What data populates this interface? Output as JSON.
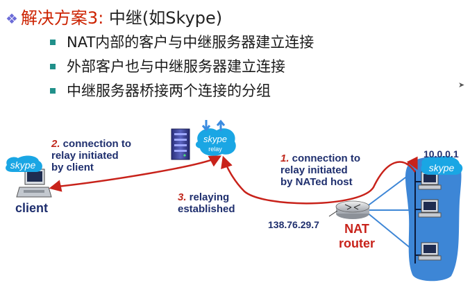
{
  "title": {
    "prefix": "解决方案3:",
    "rest": " 中继(如Skype)"
  },
  "bullets": [
    "NAT内部的客户与中继服务器建立连接",
    "外部客户也与中继服务器建立连接",
    "中继服务器桥接两个连接的分组"
  ],
  "diagram": {
    "step2": {
      "num": "2.",
      "line1": " connection to",
      "line2": "relay initiated",
      "line3": "by client"
    },
    "step1": {
      "num": "1.",
      "line1": " connection to",
      "line2": "relay initiated",
      "line3": "by NATed host"
    },
    "step3": {
      "num": "3.",
      "line1": " relaying",
      "line2": "established"
    },
    "client_label": "client",
    "relay_logo": "skype",
    "relay_text": "relay",
    "client_logo": "skype",
    "nat_logo": "skype",
    "nat_label_1": "NAT",
    "nat_label_2": "router",
    "public_ip": "138.76.29.7",
    "private_ip": "10.0.0.1"
  },
  "colors": {
    "arrow": "#c8221a",
    "text_dark": "#1f2f6e",
    "skype_blue": "#1aa6e4",
    "private_net": "#3d86d6"
  }
}
